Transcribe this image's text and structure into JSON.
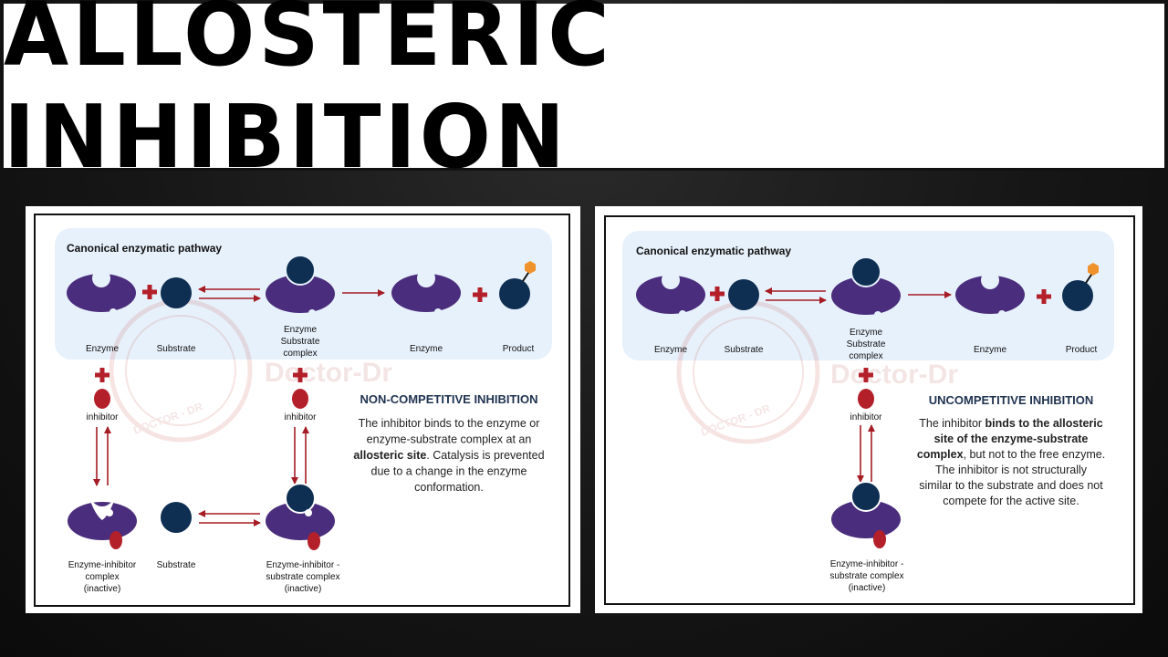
{
  "title": "ALLOSTERIC INHIBITION",
  "watermark": "Doctor-Dr",
  "watermark_seal": "DOCTOR - DR",
  "colors": {
    "enzyme": "#4a2d7c",
    "substrate": "#0e2e52",
    "inhibitor": "#b3202a",
    "product_group": "#f0922b",
    "arrow": "#a51c24",
    "band": "#e7f1fb",
    "heading": "#1f3350"
  },
  "left_panel": {
    "band_title": "Canonical enzymatic pathway",
    "labels": {
      "enzyme": "Enzyme",
      "substrate": "Substrate",
      "es_complex": [
        "Enzyme",
        "Substrate",
        "complex"
      ],
      "enzyme2": "Enzyme",
      "product": "Product",
      "inhibitor1": "inhibitor",
      "inhibitor2": "inhibitor",
      "ei_complex": [
        "Enzyme-inhibitor",
        "complex",
        "(inactive)"
      ],
      "substrate2": "Substrate",
      "eis_complex": [
        "Enzyme-inhibitor -",
        "substrate complex",
        "(inactive)"
      ]
    },
    "heading": "NON-COMPETITIVE INHIBITION",
    "description": [
      [
        {
          "t": "The inhibitor binds to the enzyme or",
          "b": false
        }
      ],
      [
        {
          "t": "enzyme-substrate complex at an",
          "b": false
        }
      ],
      [
        {
          "t": "allosteric site",
          "b": true
        },
        {
          "t": ". Catalysis is prevented",
          "b": false
        }
      ],
      [
        {
          "t": "due to a change in the enzyme",
          "b": false
        }
      ],
      [
        {
          "t": "conformation.",
          "b": false
        }
      ]
    ]
  },
  "right_panel": {
    "band_title": "Canonical enzymatic pathway",
    "labels": {
      "enzyme": "Enzyme",
      "substrate": "Substrate",
      "es_complex": [
        "Enzyme",
        "Substrate",
        "complex"
      ],
      "enzyme2": "Enzyme",
      "product": "Product",
      "inhibitor": "inhibitor",
      "eis_complex": [
        "Enzyme-inhibitor -",
        "substrate complex",
        "(inactive)"
      ]
    },
    "heading": "UNCOMPETITIVE INHIBITION",
    "description": [
      [
        {
          "t": "The inhibitor ",
          "b": false
        },
        {
          "t": "binds to the allosteric",
          "b": true
        }
      ],
      [
        {
          "t": "site of the enzyme-substrate",
          "b": true
        }
      ],
      [
        {
          "t": "complex",
          "b": true
        },
        {
          "t": ", but not to the free enzyme.",
          "b": false
        }
      ],
      [
        {
          "t": "The inhibitor is not structurally",
          "b": false
        }
      ],
      [
        {
          "t": "similar to the substrate and does not",
          "b": false
        }
      ],
      [
        {
          "t": "compete for the active site.",
          "b": false
        }
      ]
    ]
  }
}
